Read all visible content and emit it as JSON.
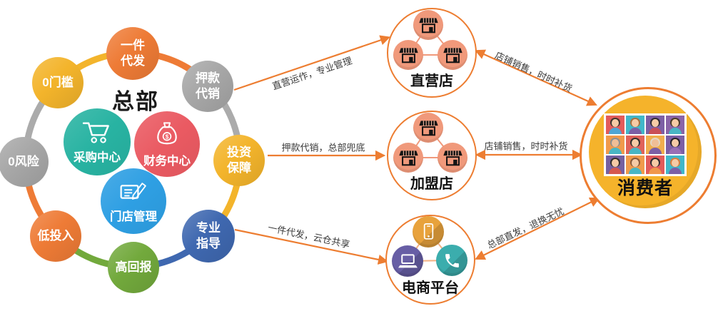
{
  "hub": {
    "title": "总部",
    "satellites": [
      {
        "label": "一件代发",
        "color": "#EE7B36"
      },
      {
        "label": "押款代销",
        "color": "#A7A7A7"
      },
      {
        "label": "投资保障",
        "color": "#F3B42B"
      },
      {
        "label": "专业指导",
        "color": "#3F68B0"
      },
      {
        "label": "高回报",
        "color": "#72A93C"
      },
      {
        "label": "低投入",
        "color": "#EE7B36"
      },
      {
        "label": "0风险",
        "color": "#A7A7A7"
      },
      {
        "label": "0门槛",
        "color": "#F3B42B"
      }
    ],
    "centers": [
      {
        "label": "采购中心",
        "color": "#28B3A2",
        "icon": "cart-icon"
      },
      {
        "label": "财务中心",
        "color": "#EA5A62",
        "icon": "money-bag-icon"
      },
      {
        "label": "门店管理",
        "color": "#2E9FE3",
        "icon": "document-pencil-icon"
      }
    ]
  },
  "channels": [
    {
      "label": "直营店",
      "icon": "storefront-icon"
    },
    {
      "label": "加盟店",
      "icon": "storefront-icon"
    },
    {
      "label": "电商平台",
      "icons": [
        "smartphone-icon",
        "laptop-icon",
        "phone-call-icon"
      ]
    }
  ],
  "consumer": {
    "label": "消费者",
    "avatars": [
      {
        "bg": "#E25B5B",
        "hair": "#3E3430",
        "skin": "#F6CBA6",
        "shirt": "#4FA6D5"
      },
      {
        "bg": "#41B7C9",
        "hair": "#A8703E",
        "skin": "#F6CBA6",
        "shirt": "#7C5FA5"
      },
      {
        "bg": "#7C5FA5",
        "hair": "#2F2B33",
        "skin": "#F6CBA6",
        "shirt": "#C94F58"
      },
      {
        "bg": "#8A64A8",
        "hair": "#4A3B2A",
        "skin": "#F6CBA6",
        "shirt": "#49B6C4"
      },
      {
        "bg": "#F09A4B",
        "hair": "#8F8F8F",
        "skin": "#F0BE96",
        "shirt": "#49B6C4"
      },
      {
        "bg": "#E0635A",
        "hair": "#332F2D",
        "skin": "#F6CBA6",
        "shirt": "#49B6C4"
      },
      {
        "bg": "#F0AE4E",
        "hair": "#E3D6C2",
        "skin": "#F0BE96",
        "shirt": "#7C5FA5"
      },
      {
        "bg": "#7C5FA5",
        "hair": "#26222A",
        "skin": "#F6CBA6",
        "shirt": "#9A6FB5"
      },
      {
        "bg": "#7560A0",
        "hair": "#332F2D",
        "skin": "#F6CBA6",
        "shirt": "#D5584F"
      },
      {
        "bg": "#F09A4B",
        "hair": "#8B5A3B",
        "skin": "#F6CBA6",
        "shirt": "#49B6C4"
      },
      {
        "bg": "#E25B5B",
        "hair": "#2F2B33",
        "skin": "#F6CBA6",
        "shirt": "#F0984B"
      },
      {
        "bg": "#41B7C9",
        "hair": "#D77F3F",
        "skin": "#F6CBA6",
        "shirt": "#7C5FA5"
      }
    ]
  },
  "flows": {
    "to_channels": [
      {
        "label": "直营运作，专业管理"
      },
      {
        "label": "押款代销，总部兜底"
      },
      {
        "label": "一件代发，云仓共享"
      }
    ],
    "to_consumer": [
      {
        "label": "店铺销售，时时补货"
      },
      {
        "label": "店铺销售，时时补货"
      },
      {
        "label": "总部直发，退换无忧"
      }
    ]
  },
  "icons": {
    "dollar_glyph": "$"
  },
  "colors": {
    "accent": "#ED7D31",
    "ring_orange": "#EE7B36",
    "ring_gray": "#ABABAB",
    "ring_yellow": "#F3B42B",
    "ring_blue": "#3F68B0",
    "ring_green": "#72A93C",
    "store_icon_bg": "#F0997B",
    "store_link": "#F0997B",
    "ecom_link": "#F2B183",
    "ecom_orange": "#E8A23C",
    "ecom_purple": "#675EA5",
    "ecom_teal": "#3BADAD",
    "consumer_fill": "#F5B32B",
    "label_text": "#3A3A3A"
  }
}
